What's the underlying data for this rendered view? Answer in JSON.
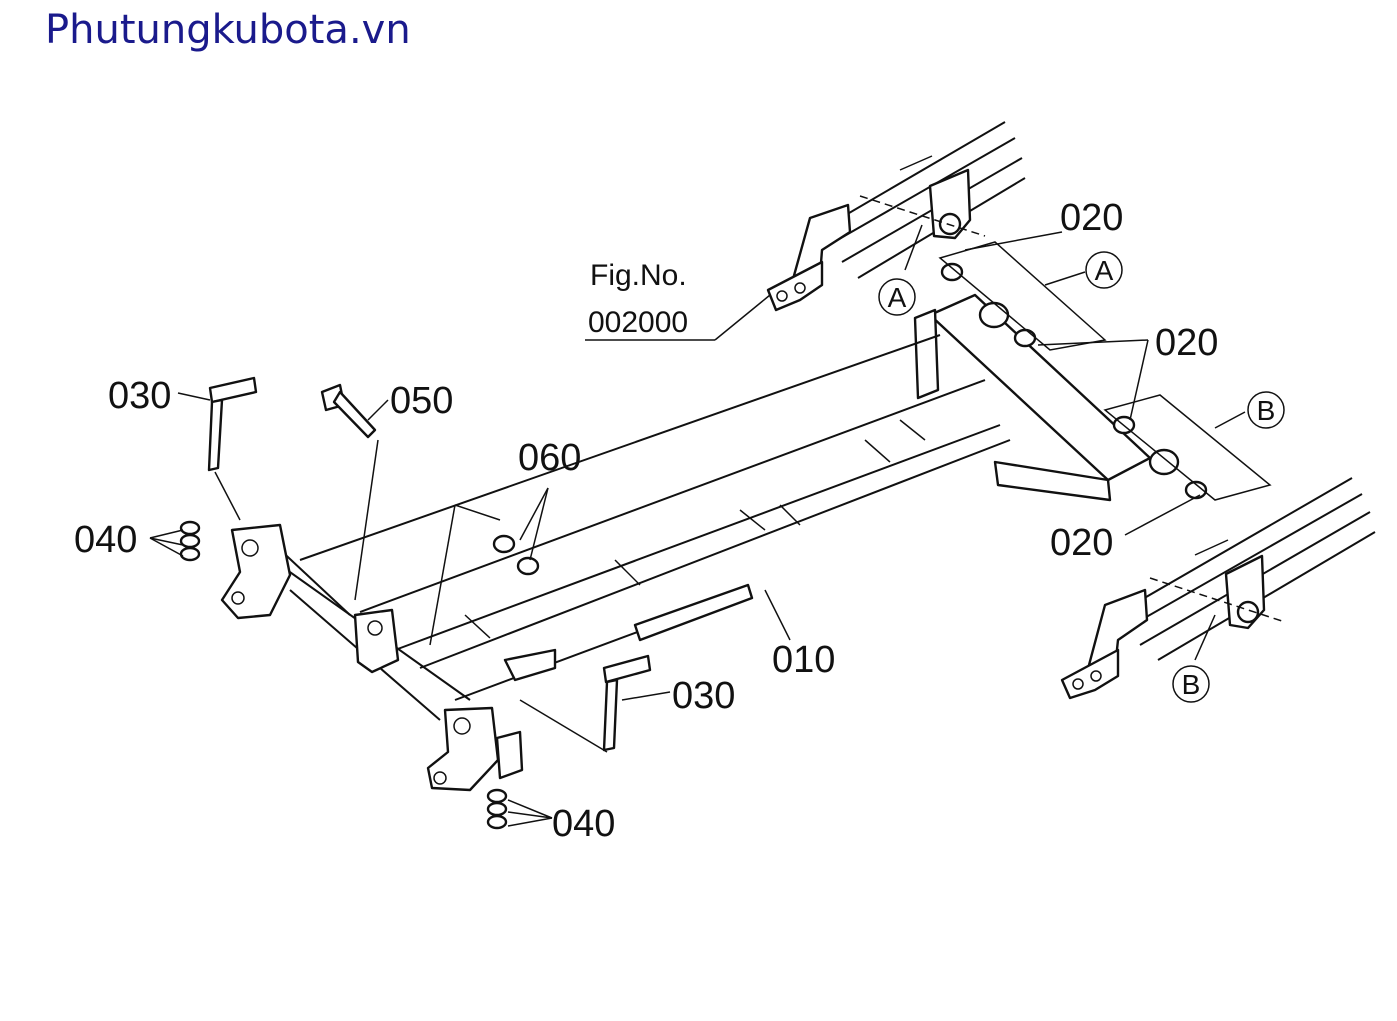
{
  "site": {
    "title": "Phutungkubota.vn"
  },
  "figure": {
    "line1": "Fig.No.",
    "line2": "002000"
  },
  "callouts": {
    "p010": "010",
    "p020_top": "020",
    "p020_mid": "020",
    "p020_bottom": "020",
    "p030_left": "030",
    "p030_right": "030",
    "p040_left": "040",
    "p040_bottom": "040",
    "p050": "050",
    "p060": "060"
  },
  "refs": {
    "a_upper": "A",
    "a_right": "A",
    "b_right": "B",
    "b_lower": "B"
  },
  "colors": {
    "title": "#1a1a8c",
    "ink": "#111111",
    "background": "#ffffff"
  }
}
